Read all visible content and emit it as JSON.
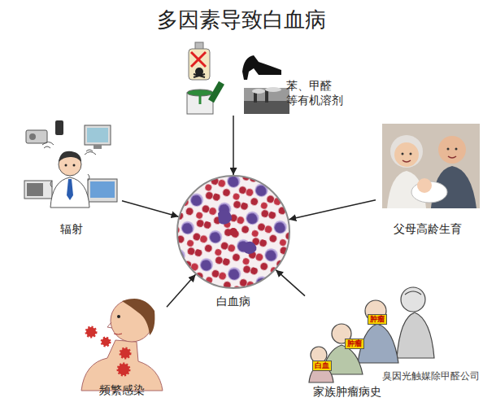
{
  "diagram": {
    "title": "多因素导致白血病",
    "nodes": [
      {
        "text": [
          "苯、甲醛 等有机溶剂"
        ]
      },
      {
        "text": [
          "辐射"
        ]
      },
      {
        "text": [
          "父母高龄生育"
        ]
      },
      {
        "text": [
          "白血病"
        ]
      },
      {
        "text": [
          "频繁感染"
        ]
      },
      {
        "text": [
          "家族肿瘤病史"
        ]
      }
    ],
    "edges": [
      {
        "from": 0,
        "to": 3,
        "arrow": "to"
      },
      {
        "from": 1,
        "to": 3,
        "arrow": "to"
      },
      {
        "from": 2,
        "to": 3,
        "arrow": "to"
      },
      {
        "from": 4,
        "to": 3,
        "arrow": "to"
      },
      {
        "from": 5,
        "to": 3,
        "arrow": "to"
      }
    ],
    "labels": [
      "肿瘤",
      "肿瘤",
      "白血",
      "臭因光触媒除甲醛公司"
    ]
  }
}
